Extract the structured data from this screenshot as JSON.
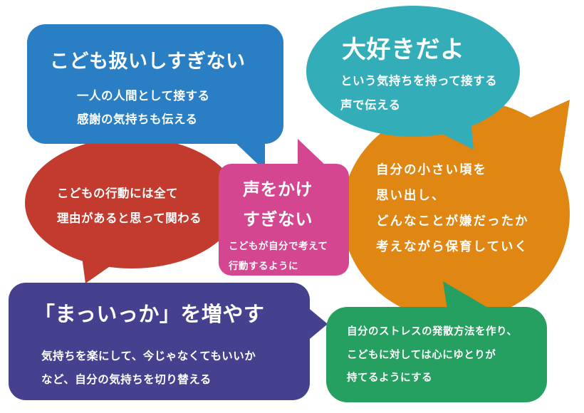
{
  "colors": {
    "background": "#ffffff",
    "blue": "#2a7fc4",
    "teal": "#33adb8",
    "red": "#c23b2e",
    "pink": "#d4468f",
    "orange": "#e08713",
    "purple": "#46418f",
    "green": "#25a060",
    "text": "#ffffff"
  },
  "bubbles": {
    "blue": {
      "title": "こども扱いしすぎない",
      "lines": [
        "一人の人間として接する",
        "感謝の気持ちも伝える"
      ]
    },
    "teal": {
      "title": "大好きだよ",
      "lines": [
        "という気持ちを持って接する",
        "声で伝える"
      ]
    },
    "red": {
      "lines": [
        "こどもの行動には全て",
        "理由があると思って関わる"
      ]
    },
    "pink": {
      "title_lines": [
        "声をかけ",
        "すぎない"
      ],
      "lines": [
        "こどもが自分で考えて",
        "行動するように"
      ]
    },
    "orange": {
      "lines": [
        "自分の小さい頃を",
        "思い出し、",
        "どんなことが嫌だったか",
        "考えながら保育していく"
      ]
    },
    "purple": {
      "title": "「まっいっか」を増やす",
      "lines": [
        "気持ちを楽にして、今じゃなくてもいいか",
        "など、自分の気持ちを切り替える"
      ]
    },
    "green": {
      "lines": [
        "自分のストレスの発散方法を作り、",
        "こどもに対しては心にゆとりが",
        "持てるようにする"
      ]
    }
  }
}
